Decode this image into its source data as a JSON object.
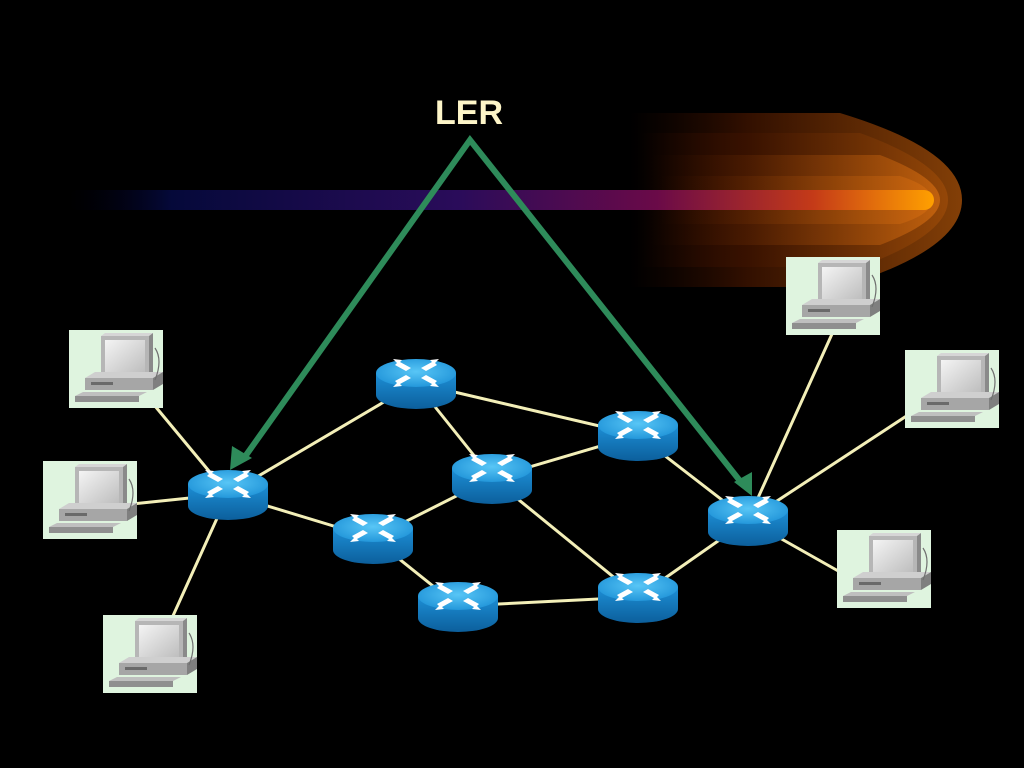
{
  "slide": {
    "label_text": "LER"
  },
  "colors": {
    "background": "#000000",
    "link": "#f3efb8",
    "ler_arrow": "#2e8b5a",
    "router_body": "#1d8fd6",
    "router_top": "#41b4ee",
    "router_arrow": "#ffffff",
    "computer_tile": "#dff4df"
  },
  "icons": {
    "router": "router-icon",
    "computer": "workstation-icon",
    "packet_trail": "comet-trail"
  },
  "topology": {
    "routers": [
      "edge-left",
      "core-top",
      "core-center",
      "core-mid-left",
      "core-bottom",
      "core-right-top",
      "core-right-bottom",
      "edge-right"
    ],
    "computers": [
      "host-left-top",
      "host-left-mid",
      "host-left-bottom",
      "host-right-top",
      "host-right-mid",
      "host-right-bottom"
    ],
    "links": [
      [
        "edge-left",
        "core-top"
      ],
      [
        "edge-left",
        "core-mid-left"
      ],
      [
        "core-top",
        "core-right-top"
      ],
      [
        "core-top",
        "core-center"
      ],
      [
        "core-center",
        "core-mid-left"
      ],
      [
        "core-center",
        "core-right-top"
      ],
      [
        "core-center",
        "core-right-bottom"
      ],
      [
        "core-mid-left",
        "core-bottom"
      ],
      [
        "core-bottom",
        "core-right-bottom"
      ],
      [
        "core-right-top",
        "edge-right"
      ],
      [
        "core-right-bottom",
        "edge-right"
      ],
      [
        "host-left-top",
        "edge-left"
      ],
      [
        "host-left-mid",
        "edge-left"
      ],
      [
        "host-left-bottom",
        "edge-left"
      ],
      [
        "host-right-top",
        "edge-right"
      ],
      [
        "host-right-mid",
        "edge-right"
      ],
      [
        "host-right-bottom",
        "edge-right"
      ]
    ],
    "ler_targets": [
      "edge-left",
      "edge-right"
    ]
  }
}
